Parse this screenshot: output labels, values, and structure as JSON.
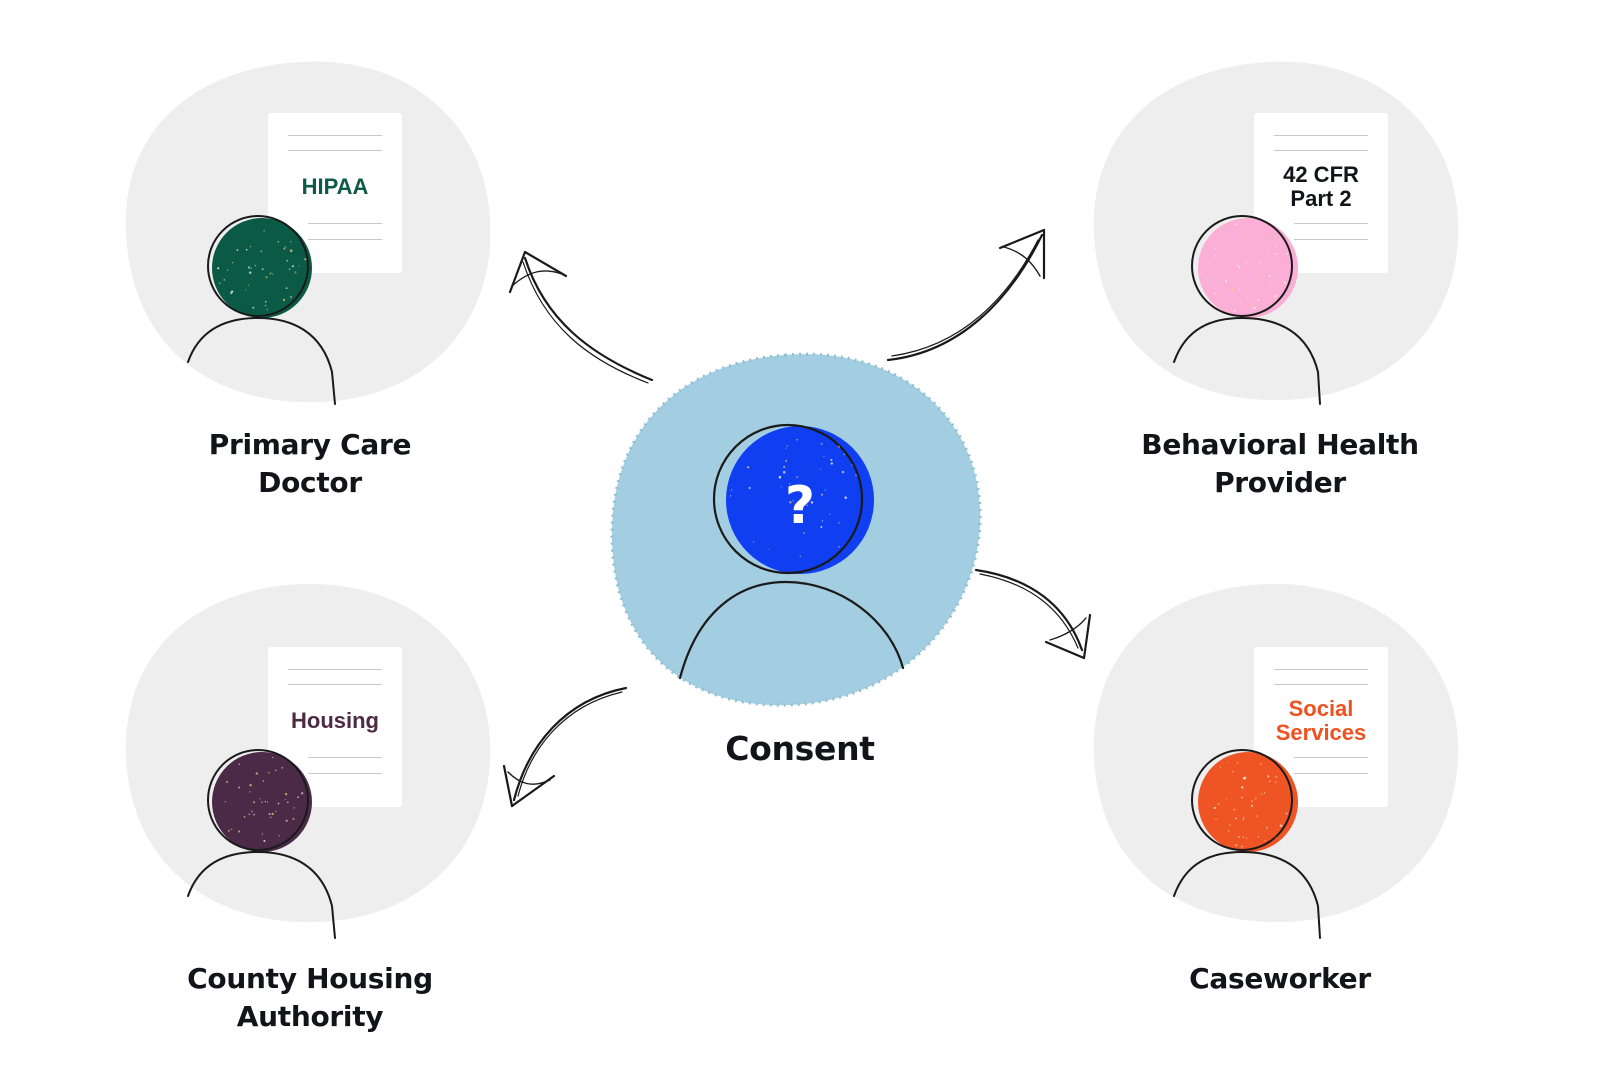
{
  "center": {
    "label": "Consent",
    "head_symbol": "?",
    "blob_color": "#a3cde0",
    "head_color": "#0f3ff0"
  },
  "nodes": {
    "primary_care": {
      "label_line1": "Primary Care",
      "label_line2": "Doctor",
      "document_title": "HIPAA",
      "document_title_color": "#0d5a46",
      "head_color": "#0b5a45"
    },
    "behavioral_health": {
      "label_line1": "Behavioral Health",
      "label_line2": "Provider",
      "document_title_line1": "42 CFR",
      "document_title_line2": "Part 2",
      "document_title_color": "#111418",
      "head_color": "#fbaed6"
    },
    "county_housing": {
      "label_line1": "County Housing",
      "label_line2": "Authority",
      "document_title": "Housing",
      "document_title_color": "#4e2b44",
      "head_color": "#4b2a48"
    },
    "caseworker": {
      "label_line1": "Caseworker",
      "document_title_line1": "Social",
      "document_title_line2": "Services",
      "document_title_color": "#ee5220",
      "head_color": "#ee5424"
    }
  },
  "colors": {
    "node_background": "#eeeeee",
    "outline": "#1a1a1a",
    "text": "#111418"
  },
  "icons": [
    "person-icon",
    "document-icon",
    "arrow-icon"
  ]
}
